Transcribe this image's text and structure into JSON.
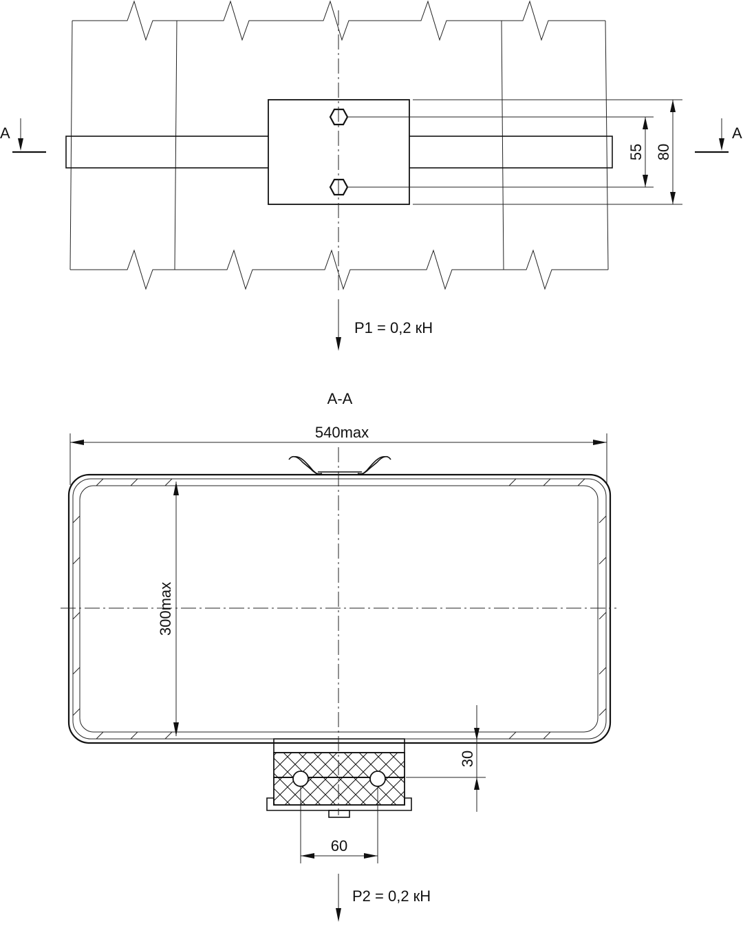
{
  "plan_view": {
    "section_letter_left": "A",
    "section_letter_right": "A",
    "dim_bolt_spacing": "55",
    "dim_plate_height": "80",
    "load_label": "P1 = 0,2 кН"
  },
  "section_view": {
    "title": "A-A",
    "dim_width": "540max",
    "dim_height": "300max",
    "dim_clamp_depth": "30",
    "dim_hole_spacing": "60",
    "load_label": "P2 = 0,2 кН"
  },
  "colors": {
    "line": "#111111",
    "background": "#ffffff"
  }
}
